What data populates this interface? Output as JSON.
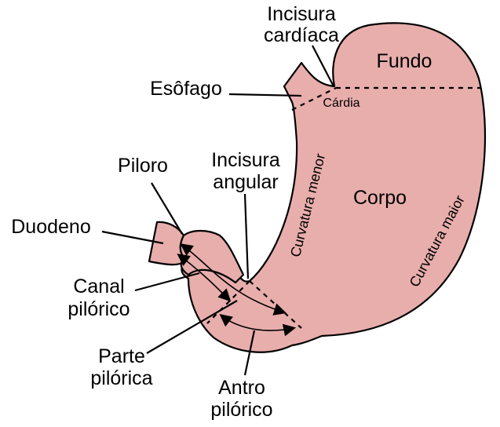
{
  "diagram": {
    "title": "Anatomia do estômago",
    "colors": {
      "organ_fill": "#e8aeac",
      "outline": "#000000",
      "background": "#ffffff"
    },
    "labels": {
      "incisura_cardiaca": [
        "Incisura",
        "cardíaca"
      ],
      "fundo": "Fundo",
      "esofago": "Esôfago",
      "cardia": "Cárdia",
      "piloro": "Piloro",
      "incisura_angular": [
        "Incisura",
        "angular"
      ],
      "duodeno": "Duodeno",
      "curvatura_menor": "Curvatura menor",
      "corpo": "Corpo",
      "curvatura_maior": "Curvatura maior",
      "canal_pilorico": [
        "Canal",
        "pilórico"
      ],
      "parte_pilorica": [
        "Parte",
        "pilórica"
      ],
      "antro_pilorico": [
        "Antro",
        "pilórico"
      ]
    }
  }
}
